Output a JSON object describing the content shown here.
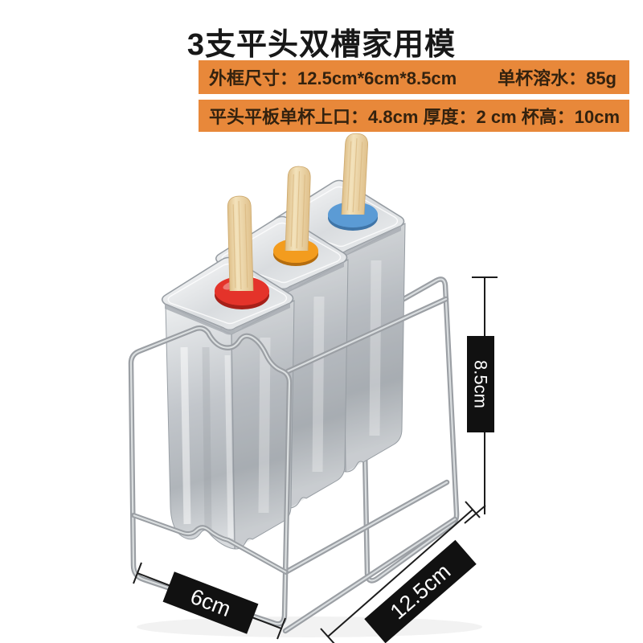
{
  "header": {
    "title": "3支平头双槽家用模",
    "bars": {
      "bar1_left": "外框尺寸：12.5cm*6cm*8.5cm",
      "bar1_right": "单杯溶水：85g",
      "bar2": "平头平板单杯上口：4.8cm 厚度：2 cm 杯高：10cm"
    }
  },
  "annotations": {
    "height_label": "8.5cm",
    "width_label": "6cm",
    "length_label": "12.5cm"
  },
  "product": {
    "item_count": 3,
    "rings": [
      {
        "name": "red-ring",
        "color": "#e4332a"
      },
      {
        "name": "orange-ring",
        "color": "#f39c1e"
      },
      {
        "name": "blue-ring",
        "color": "#5b9bd5"
      }
    ]
  },
  "palette": {
    "bar_orange": "#e8883a",
    "bar_text": "#33220f",
    "label_bg": "#111111",
    "label_text": "#ffffff",
    "steel_light": "#f0f2f3",
    "steel_mid": "#c2c6cb",
    "wire_gray": "#9b9fa4",
    "stick_wood": "#efd9ae"
  }
}
